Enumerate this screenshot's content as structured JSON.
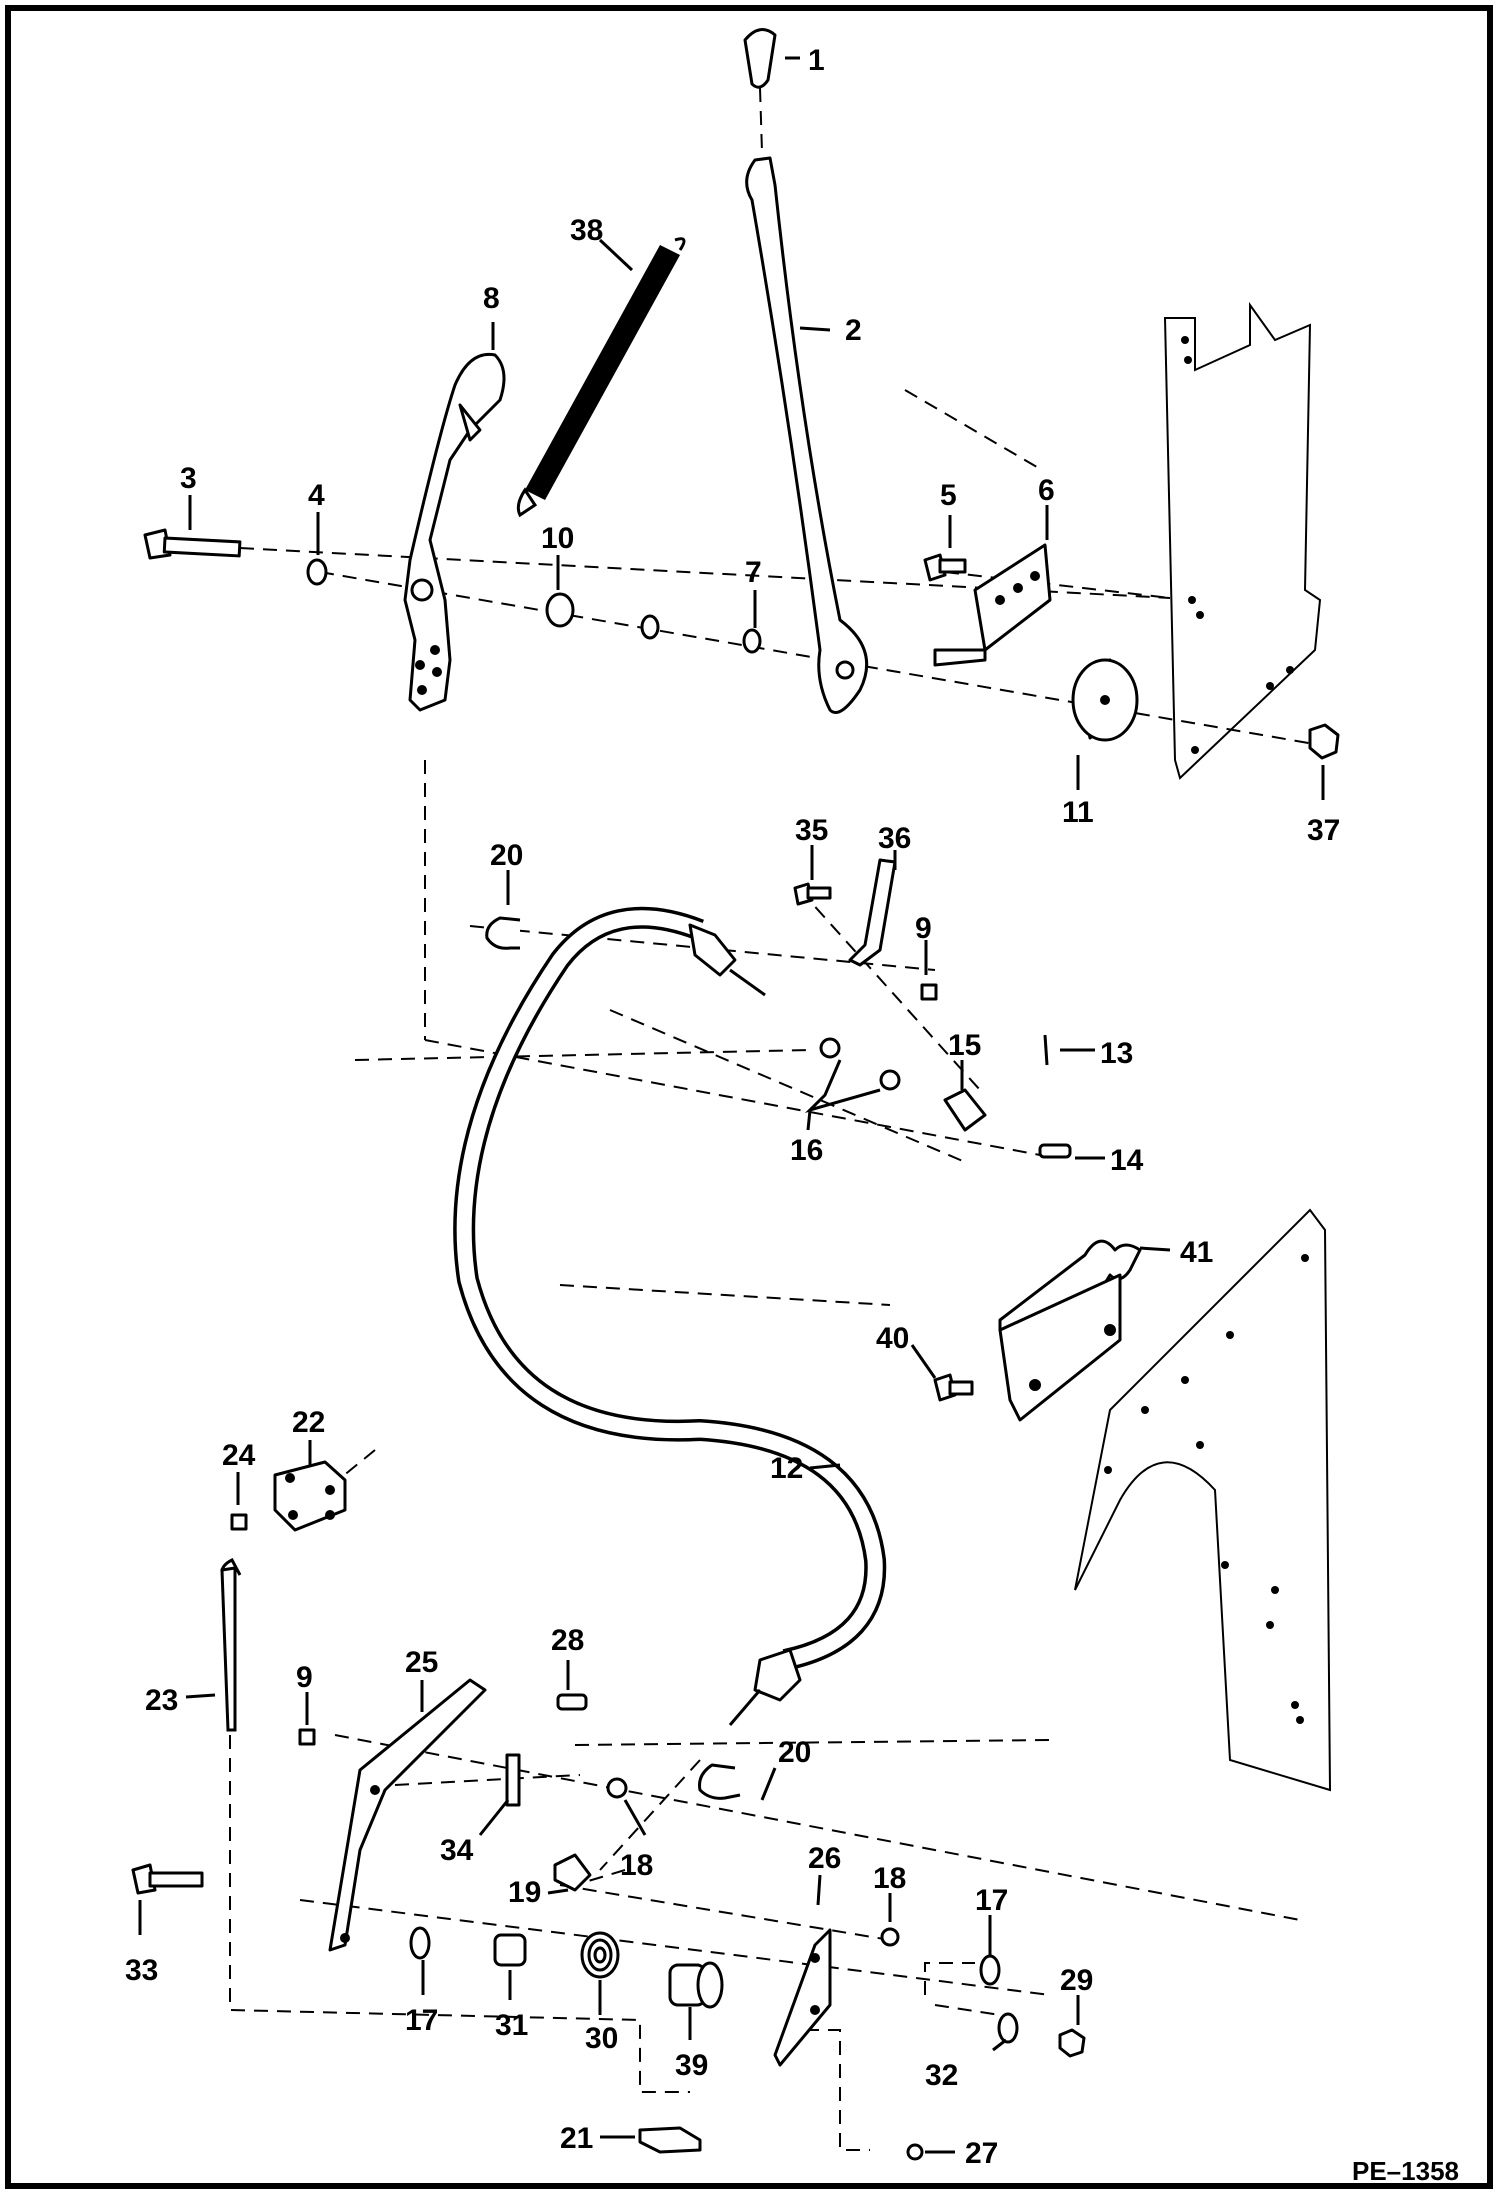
{
  "diagram": {
    "figure_code": "PE–1358",
    "callouts": [
      "1",
      "2",
      "3",
      "4",
      "5",
      "6",
      "7",
      "8",
      "9",
      "10",
      "11",
      "12",
      "13",
      "14",
      "15",
      "16",
      "17",
      "18",
      "19",
      "20",
      "21",
      "22",
      "23",
      "24",
      "25",
      "26",
      "27",
      "28",
      "29",
      "30",
      "31",
      "32",
      "33",
      "34",
      "35",
      "36",
      "37",
      "38",
      "39",
      "40",
      "41",
      "9",
      "17",
      "18",
      "20"
    ]
  }
}
